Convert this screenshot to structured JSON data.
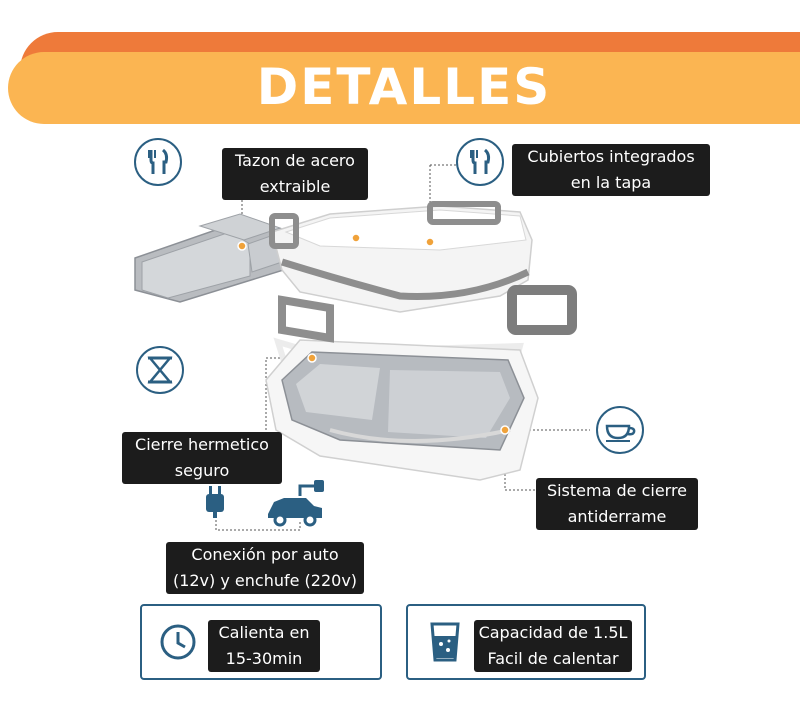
{
  "header": {
    "title": "DETALLES"
  },
  "labels": {
    "tazon": [
      "Tazon de acero",
      "extraible"
    ],
    "cubiertos": [
      "Cubiertos integrados",
      "en la tapa"
    ],
    "cierre_hermetico": [
      "Cierre hermetico",
      "seguro"
    ],
    "sistema_cierre": [
      "Sistema de cierre",
      "antiderrame"
    ],
    "conexion": [
      "Conexión por auto",
      "(12v) y enchufe (220v)"
    ]
  },
  "features": {
    "calienta": [
      "Calienta en",
      "15-30min"
    ],
    "capacidad": [
      "Capacidad de 1.5L",
      "Facil de calentar"
    ]
  },
  "icons": {
    "top_left": "fork-knife-icon",
    "top_right": "fork-knife-icon",
    "left_mid": "hourglass-icon",
    "right_mid": "cup-icon",
    "plug": "plug-icon",
    "car": "car-icon",
    "clock": "clock-icon",
    "glass": "glass-icon"
  },
  "colors": {
    "banner_back": "#ee7a3a",
    "banner_front": "#fbb552",
    "label_bg": "#1c1c1c",
    "icon_blue": "#2b5f82",
    "dot": "#f0a23a"
  }
}
